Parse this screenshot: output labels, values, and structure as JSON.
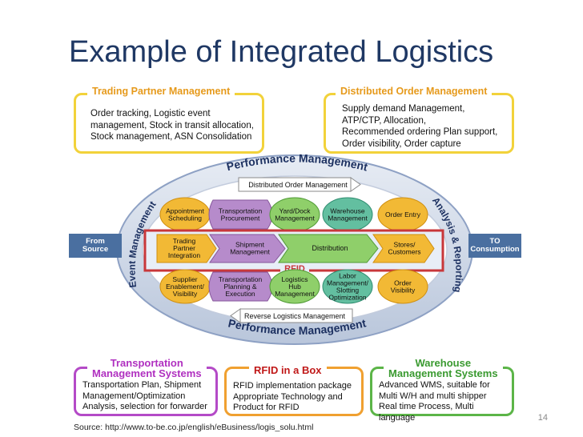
{
  "title": "Example of Integrated Logistics",
  "boxes": {
    "trading_partner": {
      "heading": "Trading Partner Management",
      "body": "Order tracking, Logistic event\nmanagement, Stock in transit allocation,\nStock management, ASN Consolidation"
    },
    "distributed_order": {
      "heading": "Distributed Order Management",
      "body": "Supply demand Management,\nATP/CTP, Allocation,\nRecommended ordering Plan support,\nOrder visibility, Order capture"
    },
    "tms": {
      "heading": "Transportation\nManagement Systems",
      "body": "Transportation Plan, Shipment\nManagement/Optimization\nAnalysis, selection for forwarder"
    },
    "rfid_box": {
      "heading": "RFID  in a Box",
      "body": "RFID  implementation package\nAppropriate Technology and\nProduct for RFID"
    },
    "wms": {
      "heading": "Warehouse\nManagement Systems",
      "body": "Advanced WMS, suitable for\nMulti W/H and multi shipper\nReal time Process, Multi language"
    }
  },
  "diagram": {
    "ring_top": "Performance Management",
    "ring_bottom": "Performance Management",
    "ring_left": "Event Management",
    "ring_right": "Analysis & Reporting",
    "top_bar": "Distributed Order Management",
    "bottom_bar": "Reverse Logistics Management",
    "rfid_label": "RFID",
    "from_source": "From\nSource",
    "to_consumption": "TO\nConsumption",
    "top_row": [
      "Appointment\nScheduling",
      "Transportation\nProcurement",
      "Yard/Dock\nManagement",
      "Warehouse\nManagement",
      "Order Entry"
    ],
    "middle_row": [
      "Trading\nPartner\nIntegration",
      "Shipment\nManagement",
      "Distribution",
      "Stores/\nCustomers"
    ],
    "bottom_row": [
      "Supplier\nEnablement/\nVisibility",
      "Transportation\nPlanning &\nExecution",
      "Logistics\nHub\nManagement",
      "Labor\nManagement/\nSlotting\nOptimization",
      "Order\nVisibility"
    ]
  },
  "page_number": "14",
  "source": "Source: http://www.to-be.co.jp/english/eBusiness/logis_solu.html"
}
